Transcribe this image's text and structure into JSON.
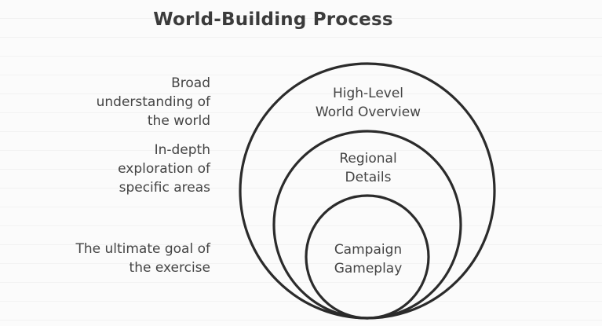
{
  "title": "World-Building Process",
  "descriptions": [
    "Broad\nunderstanding of\nthe world",
    "In-depth\nexploration of\nspecific areas",
    "The ultimate goal of\nthe exercise"
  ],
  "rings": [
    {
      "label": "High-Level\nWorld Overview"
    },
    {
      "label": "Regional\nDetails"
    },
    {
      "label": "Campaign\nGameplay"
    }
  ],
  "colors": {
    "background": "#fbfbfb",
    "stroke": "#2b2b2b",
    "text": "#444444"
  }
}
